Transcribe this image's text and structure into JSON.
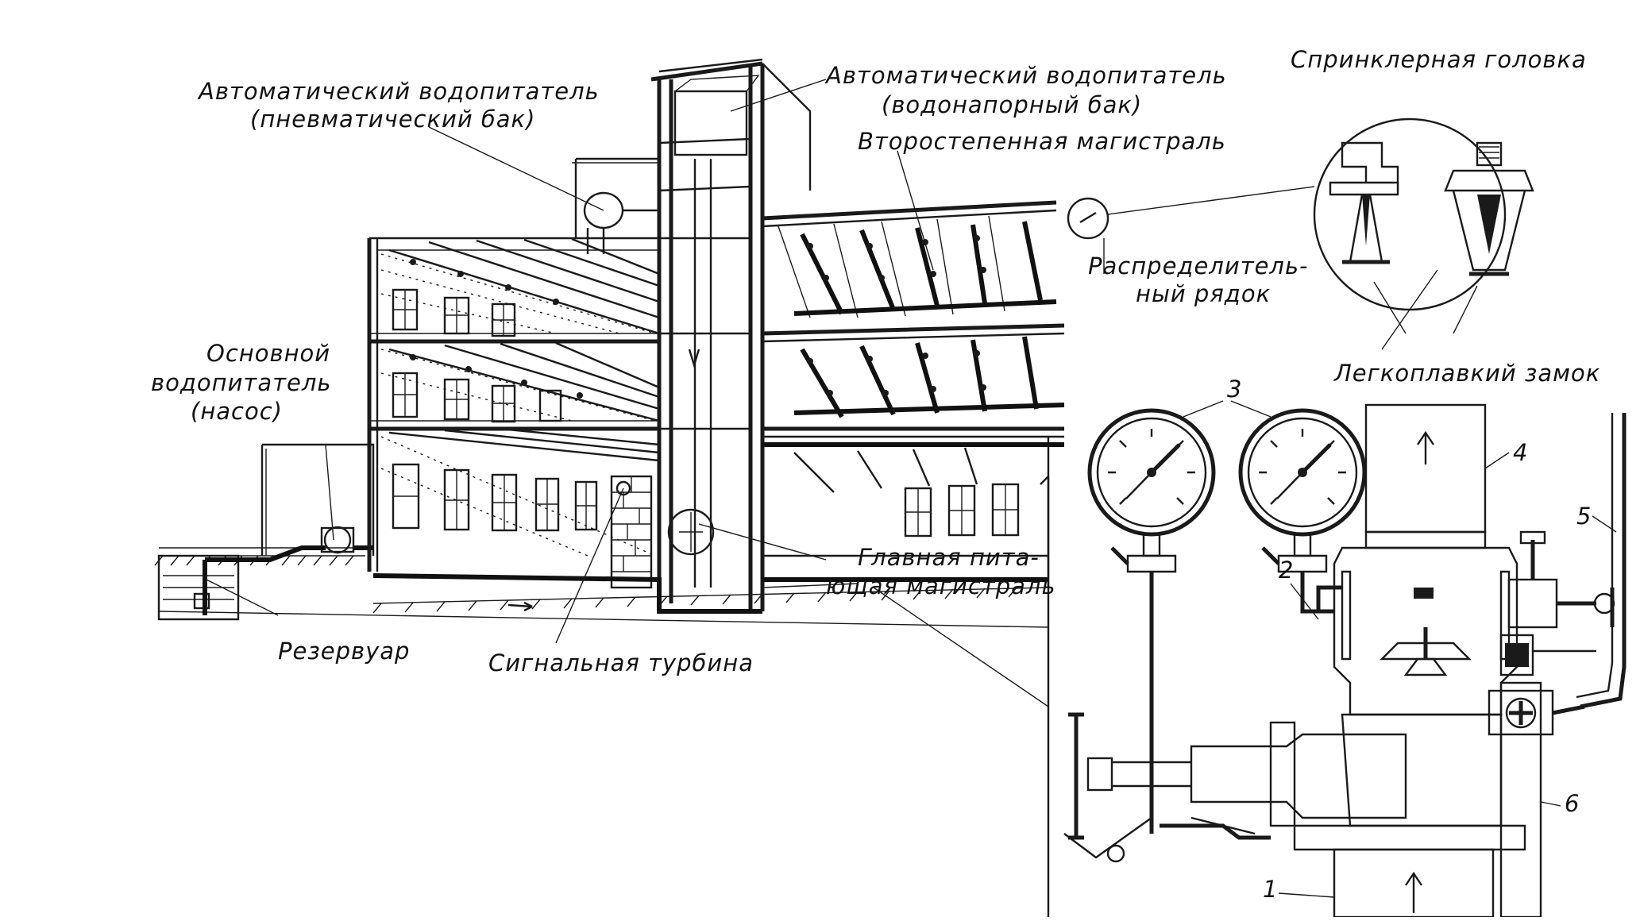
{
  "labels": {
    "pneumatic_tank_l1": "Автоматический водопитатель",
    "pneumatic_tank_l2": "(пневматический бак)",
    "water_tower_l1": "Автоматический водопитатель",
    "water_tower_l2": "(водонапорный бак)",
    "secondary_main": "Второстепенная магистраль",
    "sprinkler_head": "Спринклерная головка",
    "distribution_l1": "Распределитель-",
    "distribution_l2": "ный рядок",
    "fusible_lock": "Легкоплавкий замок",
    "main_supply_l1": "Основной",
    "main_supply_l2": "водопитатель",
    "main_supply_l3": "(насос)",
    "main_feed_l1": "Главная пита-",
    "main_feed_l2": "ющая магистраль",
    "reservoir": "Резервуар",
    "signal_turbine": "Сигнальная турбина"
  },
  "numbers": {
    "n1": "1",
    "n2": "2",
    "n3": "3",
    "n4": "4",
    "n5": "5",
    "n6": "6"
  }
}
